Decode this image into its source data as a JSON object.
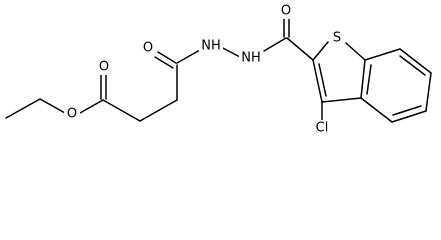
{
  "molecule": {
    "atoms": {
      "ester_o_single": "O",
      "ester_o_double": "O",
      "amide_o_left": "O",
      "nh_left": "NH",
      "nh_right": "NH",
      "amide_o_right": "O",
      "sulfur": "S",
      "chlorine": "Cl"
    }
  }
}
